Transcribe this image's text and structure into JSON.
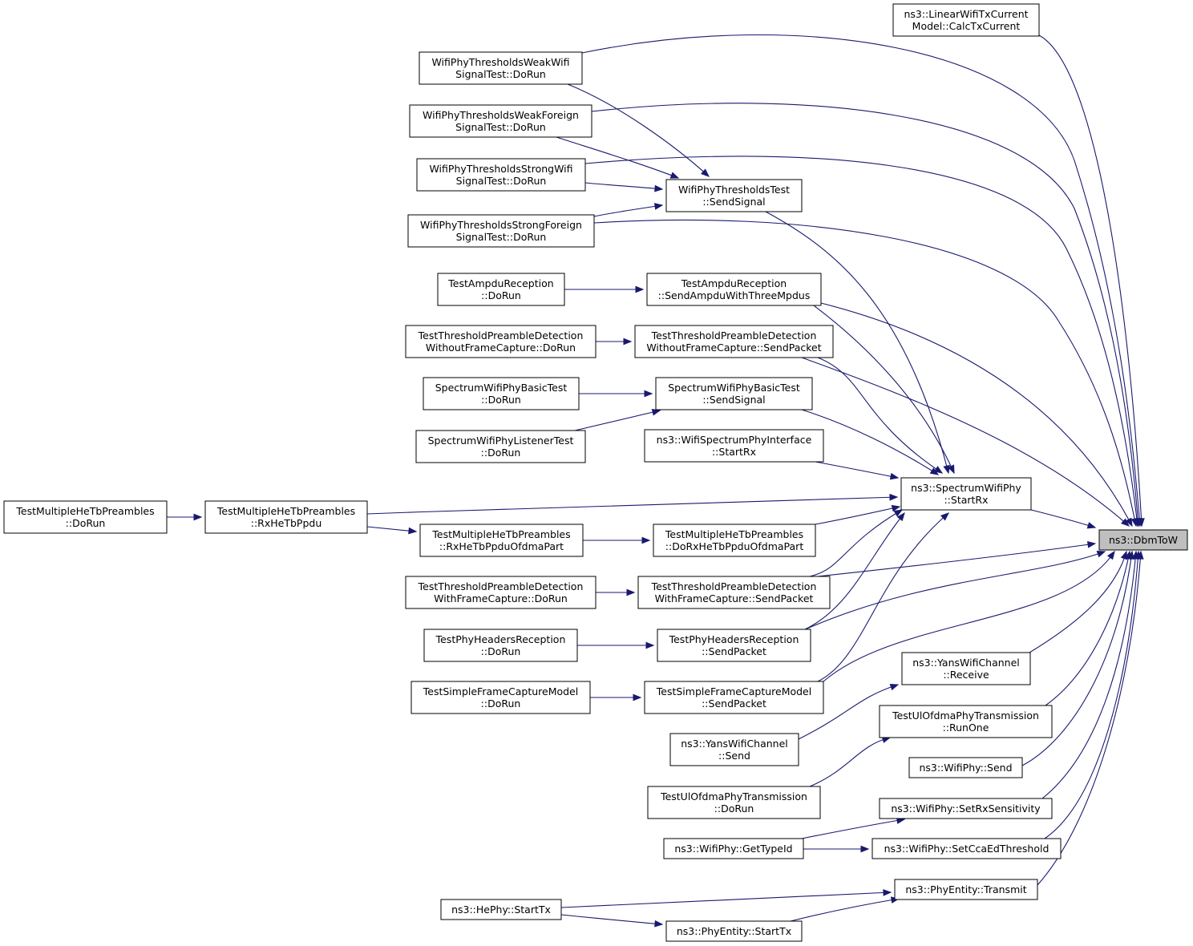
{
  "diagram": {
    "type": "call-graph",
    "focus_node": "dbmtow",
    "colors": {
      "edge": "#191970",
      "node_border": "#000000",
      "focus_fill": "#bfbfbf",
      "node_fill": "#ffffff"
    },
    "nodes": [
      {
        "id": "dbmtow",
        "lines": [
          "ns3::DbmToW"
        ]
      },
      {
        "id": "linearwifi",
        "lines": [
          "ns3::LinearWifiTxCurrent",
          "Model::CalcTxCurrent"
        ]
      },
      {
        "id": "weakwifi",
        "lines": [
          "WifiPhyThresholdsWeakWifi",
          "SignalTest::DoRun"
        ]
      },
      {
        "id": "weakforeign",
        "lines": [
          "WifiPhyThresholdsWeakForeign",
          "SignalTest::DoRun"
        ]
      },
      {
        "id": "strongwifi",
        "lines": [
          "WifiPhyThresholdsStrongWifi",
          "SignalTest::DoRun"
        ]
      },
      {
        "id": "strongforeign",
        "lines": [
          "WifiPhyThresholdsStrongForeign",
          "SignalTest::DoRun"
        ]
      },
      {
        "id": "thresholdstest",
        "lines": [
          "WifiPhyThresholdsTest",
          "::SendSignal"
        ]
      },
      {
        "id": "ampdudorun",
        "lines": [
          "TestAmpduReception",
          "::DoRun"
        ]
      },
      {
        "id": "ampdusend",
        "lines": [
          "TestAmpduReception",
          "::SendAmpduWithThreeMpdus"
        ]
      },
      {
        "id": "wofcdorun",
        "lines": [
          "TestThresholdPreambleDetection",
          "WithoutFrameCapture::DoRun"
        ]
      },
      {
        "id": "wofcsend",
        "lines": [
          "TestThresholdPreambleDetection",
          "WithoutFrameCapture::SendPacket"
        ]
      },
      {
        "id": "basicdorun",
        "lines": [
          "SpectrumWifiPhyBasicTest",
          "::DoRun"
        ]
      },
      {
        "id": "basicsend",
        "lines": [
          "SpectrumWifiPhyBasicTest",
          "::SendSignal"
        ]
      },
      {
        "id": "listenerdorun",
        "lines": [
          "SpectrumWifiPhyListenerTest",
          "::DoRun"
        ]
      },
      {
        "id": "spectrumif",
        "lines": [
          "ns3::WifiSpectrumPhyInterface",
          "::StartRx"
        ]
      },
      {
        "id": "spectrumstartrx",
        "lines": [
          "ns3::SpectrumWifiPhy",
          "::StartRx"
        ]
      },
      {
        "id": "mhetbdorun",
        "lines": [
          "TestMultipleHeTbPreambles",
          "::DoRun"
        ]
      },
      {
        "id": "mhetbrx",
        "lines": [
          "TestMultipleHeTbPreambles",
          "::RxHeTbPpdu"
        ]
      },
      {
        "id": "mhetbofdma",
        "lines": [
          "TestMultipleHeTbPreambles",
          "::RxHeTbPpduOfdmaPart"
        ]
      },
      {
        "id": "mhetbdorx",
        "lines": [
          "TestMultipleHeTbPreambles",
          "::DoRxHeTbPpduOfdmaPart"
        ]
      },
      {
        "id": "wfcdorun",
        "lines": [
          "TestThresholdPreambleDetection",
          "WithFrameCapture::DoRun"
        ]
      },
      {
        "id": "wfcsend",
        "lines": [
          "TestThresholdPreambleDetection",
          "WithFrameCapture::SendPacket"
        ]
      },
      {
        "id": "headersdorun",
        "lines": [
          "TestPhyHeadersReception",
          "::DoRun"
        ]
      },
      {
        "id": "headerssend",
        "lines": [
          "TestPhyHeadersReception",
          "::SendPacket"
        ]
      },
      {
        "id": "yansreceive",
        "lines": [
          "ns3::YansWifiChannel",
          "::Receive"
        ]
      },
      {
        "id": "simpledorun",
        "lines": [
          "TestSimpleFrameCaptureModel",
          "::DoRun"
        ]
      },
      {
        "id": "simplesend",
        "lines": [
          "TestSimpleFrameCaptureModel",
          "::SendPacket"
        ]
      },
      {
        "id": "ulrunone",
        "lines": [
          "TestUlOfdmaPhyTransmission",
          "::RunOne"
        ]
      },
      {
        "id": "yanssend",
        "lines": [
          "ns3::YansWifiChannel",
          "::Send"
        ]
      },
      {
        "id": "wifiphysend",
        "lines": [
          "ns3::WifiPhy::Send"
        ]
      },
      {
        "id": "uldorun",
        "lines": [
          "TestUlOfdmaPhyTransmission",
          "::DoRun"
        ]
      },
      {
        "id": "setrxsens",
        "lines": [
          "ns3::WifiPhy::SetRxSensitivity"
        ]
      },
      {
        "id": "gettypeid",
        "lines": [
          "ns3::WifiPhy::GetTypeId"
        ]
      },
      {
        "id": "setccaed",
        "lines": [
          "ns3::WifiPhy::SetCcaEdThreshold"
        ]
      },
      {
        "id": "phytransmit",
        "lines": [
          "ns3::PhyEntity::Transmit"
        ]
      },
      {
        "id": "hephystarttx",
        "lines": [
          "ns3::HePhy::StartTx"
        ]
      },
      {
        "id": "phystarttx",
        "lines": [
          "ns3::PhyEntity::StartTx"
        ]
      }
    ],
    "edges": [
      {
        "from": "linearwifi",
        "to": "dbmtow"
      },
      {
        "from": "weakwifi",
        "to": "dbmtow"
      },
      {
        "from": "weakwifi",
        "to": "thresholdstest"
      },
      {
        "from": "weakforeign",
        "to": "dbmtow"
      },
      {
        "from": "weakforeign",
        "to": "thresholdstest"
      },
      {
        "from": "strongwifi",
        "to": "dbmtow"
      },
      {
        "from": "strongwifi",
        "to": "thresholdstest"
      },
      {
        "from": "strongforeign",
        "to": "dbmtow"
      },
      {
        "from": "strongforeign",
        "to": "thresholdstest"
      },
      {
        "from": "thresholdstest",
        "to": "spectrumstartrx"
      },
      {
        "from": "ampdudorun",
        "to": "ampdusend"
      },
      {
        "from": "ampdusend",
        "to": "dbmtow"
      },
      {
        "from": "ampdusend",
        "to": "spectrumstartrx"
      },
      {
        "from": "wofcdorun",
        "to": "wofcsend"
      },
      {
        "from": "wofcsend",
        "to": "dbmtow"
      },
      {
        "from": "wofcsend",
        "to": "spectrumstartrx"
      },
      {
        "from": "basicdorun",
        "to": "basicsend"
      },
      {
        "from": "listenerdorun",
        "to": "basicsend"
      },
      {
        "from": "basicsend",
        "to": "spectrumstartrx"
      },
      {
        "from": "spectrumif",
        "to": "spectrumstartrx"
      },
      {
        "from": "spectrumstartrx",
        "to": "dbmtow"
      },
      {
        "from": "mhetbdorun",
        "to": "mhetbrx"
      },
      {
        "from": "mhetbrx",
        "to": "spectrumstartrx"
      },
      {
        "from": "mhetbrx",
        "to": "mhetbofdma"
      },
      {
        "from": "mhetbofdma",
        "to": "mhetbdorx"
      },
      {
        "from": "mhetbdorx",
        "to": "spectrumstartrx"
      },
      {
        "from": "wfcdorun",
        "to": "wfcsend"
      },
      {
        "from": "wfcsend",
        "to": "dbmtow"
      },
      {
        "from": "wfcsend",
        "to": "spectrumstartrx"
      },
      {
        "from": "headersdorun",
        "to": "headerssend"
      },
      {
        "from": "headerssend",
        "to": "dbmtow"
      },
      {
        "from": "headerssend",
        "to": "spectrumstartrx"
      },
      {
        "from": "simpledorun",
        "to": "simplesend"
      },
      {
        "from": "simplesend",
        "to": "dbmtow"
      },
      {
        "from": "simplesend",
        "to": "spectrumstartrx"
      },
      {
        "from": "yansreceive",
        "to": "dbmtow"
      },
      {
        "from": "yanssend",
        "to": "yansreceive"
      },
      {
        "from": "ulrunone",
        "to": "dbmtow"
      },
      {
        "from": "uldorun",
        "to": "ulrunone"
      },
      {
        "from": "wifiphysend",
        "to": "dbmtow"
      },
      {
        "from": "setrxsens",
        "to": "dbmtow"
      },
      {
        "from": "gettypeid",
        "to": "setrxsens"
      },
      {
        "from": "gettypeid",
        "to": "setccaed"
      },
      {
        "from": "setccaed",
        "to": "dbmtow"
      },
      {
        "from": "phytransmit",
        "to": "dbmtow"
      },
      {
        "from": "hephystarttx",
        "to": "phytransmit"
      },
      {
        "from": "hephystarttx",
        "to": "phystarttx"
      },
      {
        "from": "phystarttx",
        "to": "phytransmit"
      }
    ]
  }
}
